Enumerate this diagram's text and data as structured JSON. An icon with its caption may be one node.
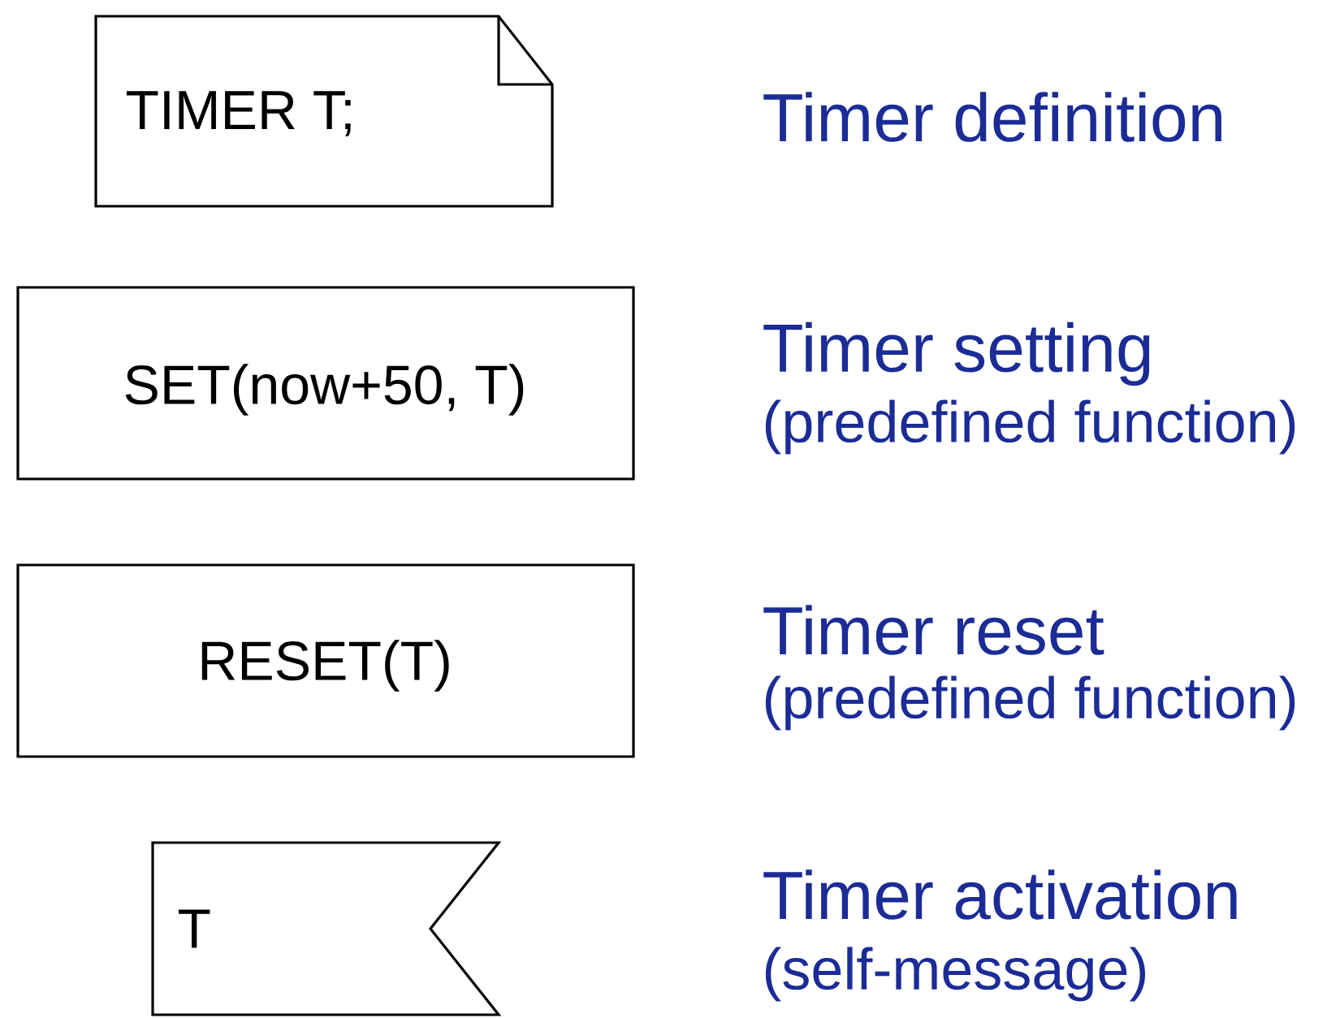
{
  "diagram": {
    "nodes": [
      {
        "text": [
          "TIMER T;"
        ],
        "beside": [
          "Timer definition"
        ]
      },
      {
        "text": [
          "SET(now+50, T)"
        ],
        "beside": [
          "Timer setting",
          "(predefined function)"
        ]
      },
      {
        "text": [
          "RESET(T)"
        ],
        "beside": [
          "Timer reset",
          "(predefined function)"
        ]
      },
      {
        "text": [
          "T"
        ],
        "beside": [
          "Timer activation",
          "(self-message)"
        ]
      }
    ]
  }
}
